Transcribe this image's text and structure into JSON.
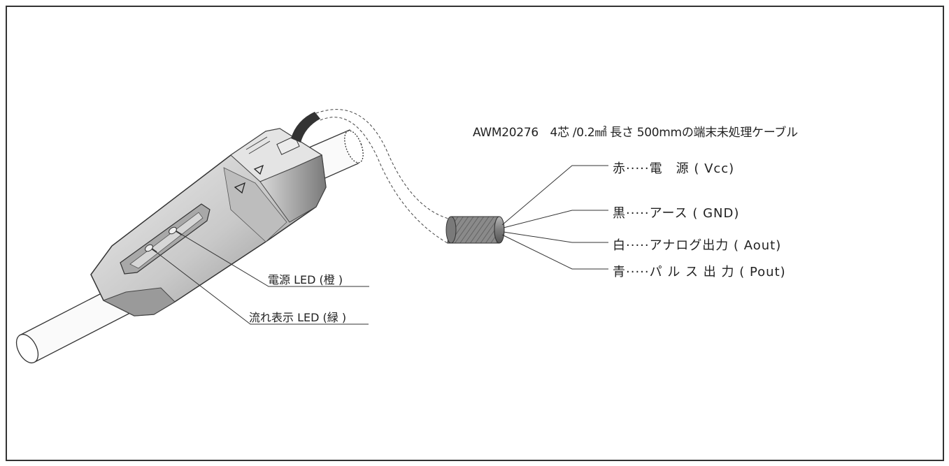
{
  "diagram": {
    "cable_description": "AWM20276　4芯 /0.2㎟ 長さ 500mmの端末未処理ケーブル",
    "wires": [
      {
        "label": "赤·····電　源 ( Vcc)",
        "color": "#c62828"
      },
      {
        "label": "黒·····アース ( GND)",
        "color": "#111111"
      },
      {
        "label": "白·····アナログ出力 ( Aout)",
        "color": "#ffffff"
      },
      {
        "label": "青·····パ ル ス 出 力 ( Pout)",
        "color": "#1e5aa8"
      }
    ],
    "leds": [
      {
        "label": "電源 LED (橙 )",
        "color": "#f28c28"
      },
      {
        "label": "流れ表示 LED (緑 )",
        "color": "#2e9e4a"
      }
    ]
  }
}
